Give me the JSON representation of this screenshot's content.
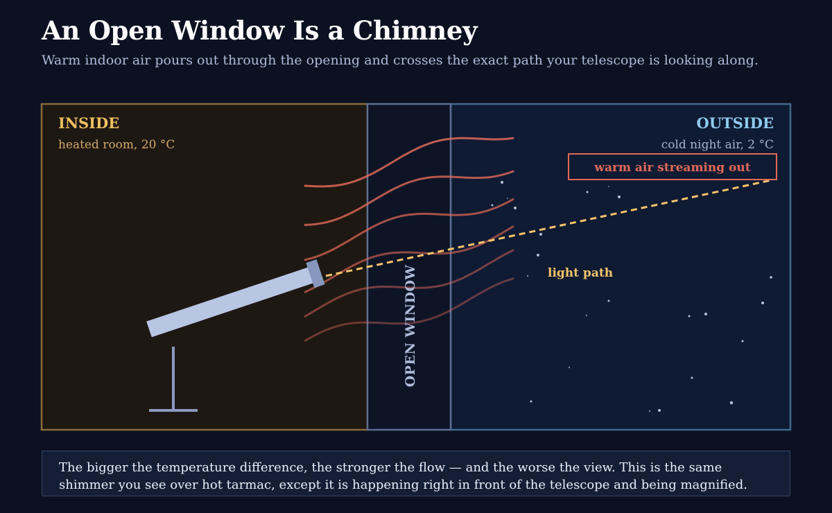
{
  "header": {
    "title": "An Open Window Is a Chimney",
    "subtitle": "Warm indoor air pours out through the opening and crosses the exact path your telescope is looking along."
  },
  "inside": {
    "label": "INSIDE",
    "detail": "heated room, 20 °C"
  },
  "window": {
    "label": "OPEN WINDOW"
  },
  "outside": {
    "label": "OUTSIDE",
    "detail": "cold night air, 2 °C"
  },
  "annotations": {
    "warm_air": "warm air streaming out",
    "light_path": "light path"
  },
  "caption": "The bigger the temperature difference, the stronger the flow — and the worse the view. This is the same shimmer you see over hot tarmac, except it is happening right in front of the telescope and being magnified.",
  "colors": {
    "background": "#0b1120",
    "inside_fill": "#1e1813",
    "inside_border": "#8a6b3a",
    "inside_label": "#f0c060",
    "inside_detail": "#d2a86a",
    "window_fill": "#0d1426",
    "window_border": "#5d6d91",
    "outside_fill": "#0f1a33",
    "outside_border": "#40688d",
    "outside_label": "#8ecbee",
    "outside_detail": "#a4b4cc",
    "warm_air": "#e06a58",
    "light_path": "#f6c56a",
    "telescope": "#b8c6e4",
    "telescope_cap": "#8797bd",
    "stand": "#8b9bc1"
  }
}
